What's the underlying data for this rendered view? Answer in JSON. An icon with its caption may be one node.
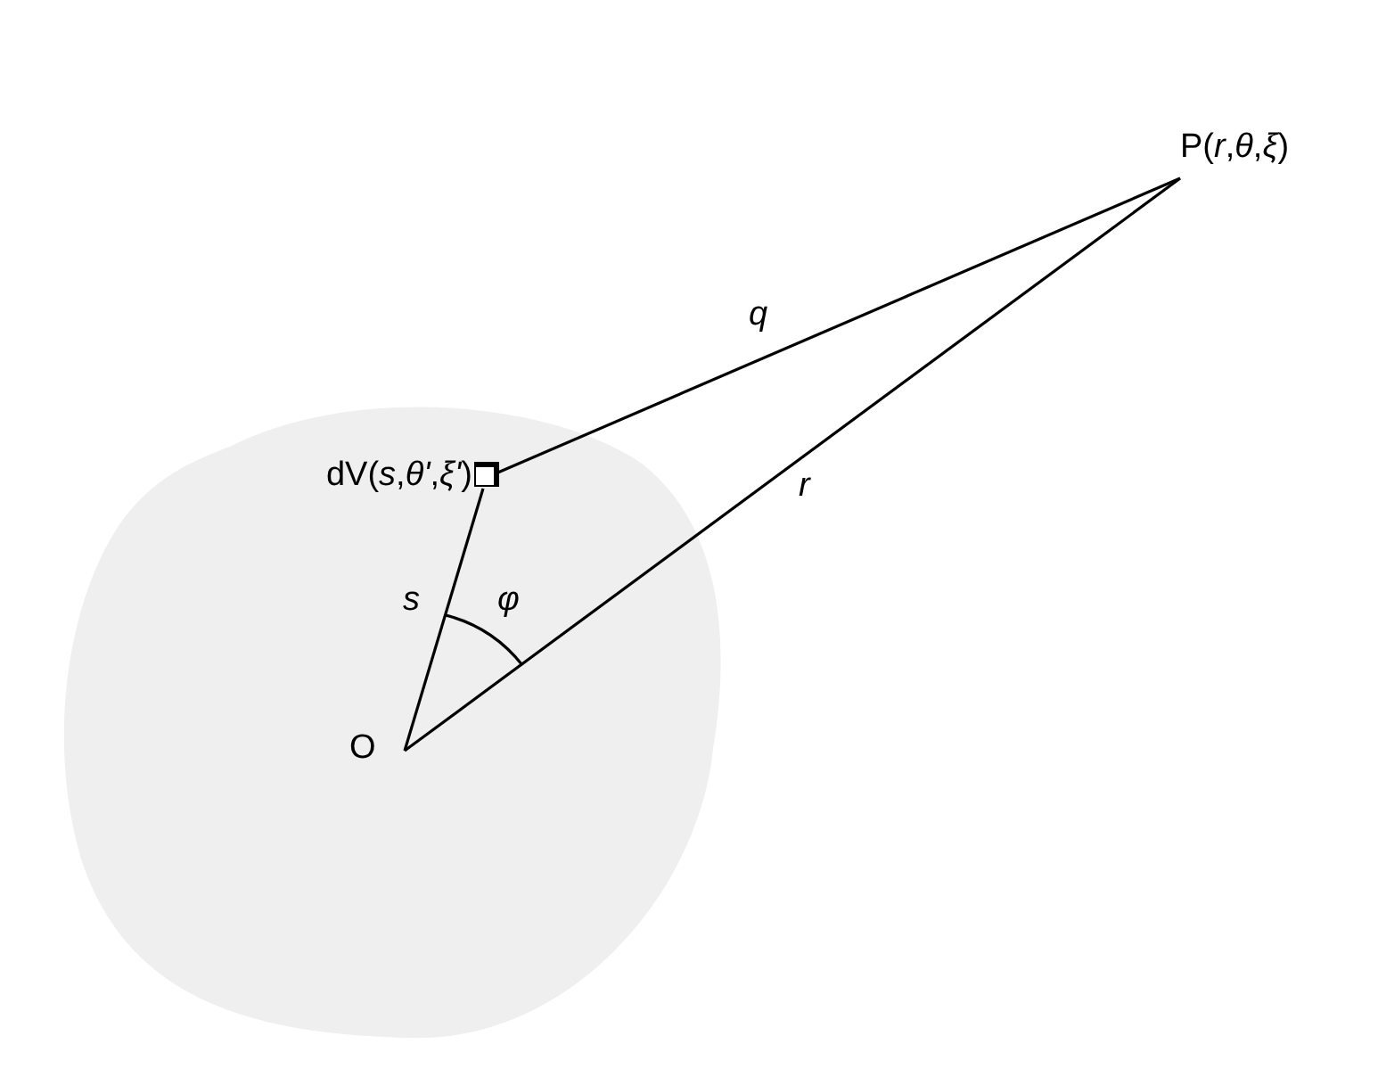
{
  "diagram": {
    "nodes": [
      {
        "text": [
          "dV(*s*,*θ'*,*ξ'*)"
        ]
      },
      {
        "text": [
          "O"
        ]
      },
      {
        "text": [
          "P(*r*,*θ*,*ξ*)"
        ]
      }
    ],
    "edges": [
      {
        "from": 1,
        "to": 0,
        "arrow": "none",
        "label": "s"
      },
      {
        "from": 0,
        "to": 2,
        "arrow": "none",
        "label": "q"
      },
      {
        "from": 1,
        "to": 2,
        "arrow": "none",
        "label": "r"
      }
    ],
    "labels": [
      "φ"
    ]
  }
}
